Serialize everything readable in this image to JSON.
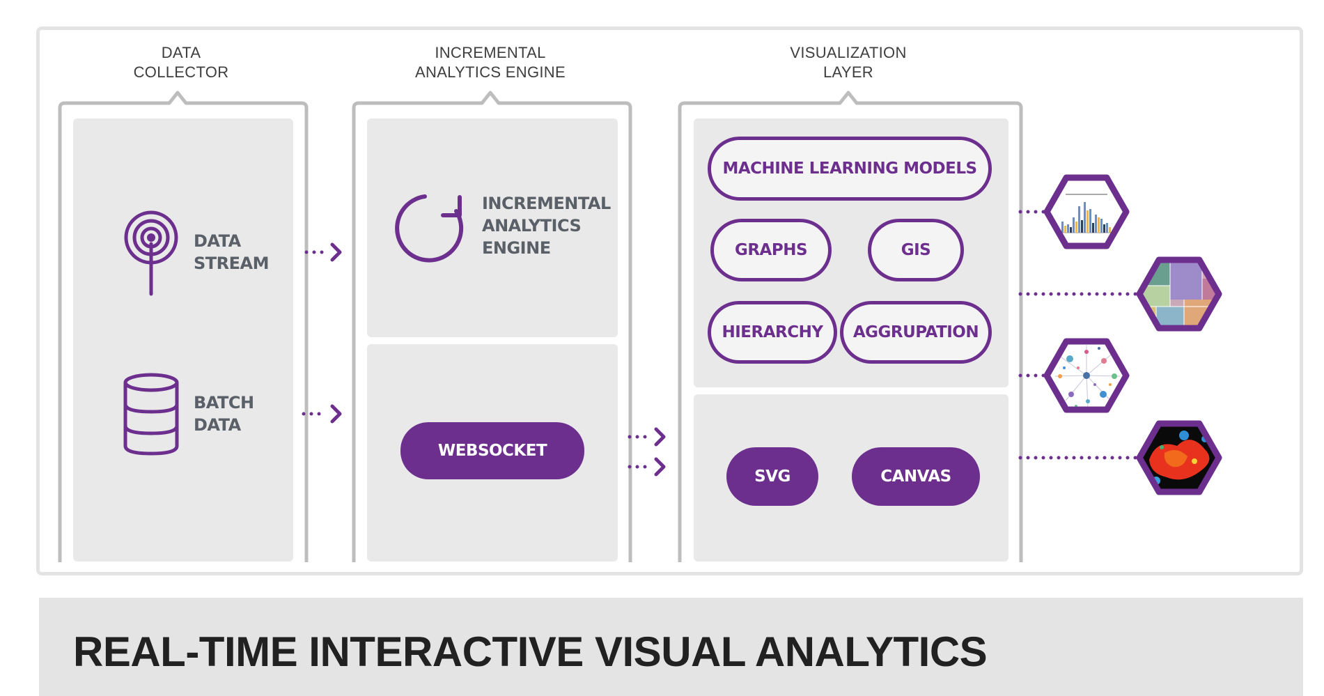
{
  "sections": {
    "collector": {
      "title_line1": "DATA",
      "title_line2": "COLLECTOR"
    },
    "engine": {
      "title_line1": "INCREMENTAL",
      "title_line2": "ANALYTICS ENGINE"
    },
    "visualization": {
      "title_line1": "VISUALIZATION",
      "title_line2": "LAYER"
    }
  },
  "collector": {
    "stream": {
      "line1": "DATA",
      "line2": "STREAM",
      "icon": "antenna-icon"
    },
    "batch": {
      "line1": "BATCH",
      "line2": "DATA",
      "icon": "database-icon"
    }
  },
  "engine": {
    "label_line1": "INCREMENTAL",
    "label_line2": "ANALYTICS",
    "label_line3": "ENGINE",
    "icon": "refresh-icon",
    "websocket": "WEBSOCKET"
  },
  "visualization": {
    "models": "MACHINE LEARNING MODELS",
    "graphs": "GRAPHS",
    "gis": "GIS",
    "hierarchy": "HIERARCHY",
    "aggrupation": "AGGRUPATION",
    "svg": "SVG",
    "canvas": "CANVAS"
  },
  "outputs": [
    {
      "icon": "bar-chart-thumbnail-icon"
    },
    {
      "icon": "treemap-thumbnail-icon"
    },
    {
      "icon": "network-graph-thumbnail-icon"
    },
    {
      "icon": "heatmap-thumbnail-icon"
    }
  ],
  "banner": {
    "title": "REAL-TIME INTERACTIVE VISUAL ANALYTICS"
  },
  "colors": {
    "accent": "#6d2f8e",
    "panel": "#e9e9ea",
    "bracket": "#bdbdbd",
    "label": "#5a6068"
  }
}
